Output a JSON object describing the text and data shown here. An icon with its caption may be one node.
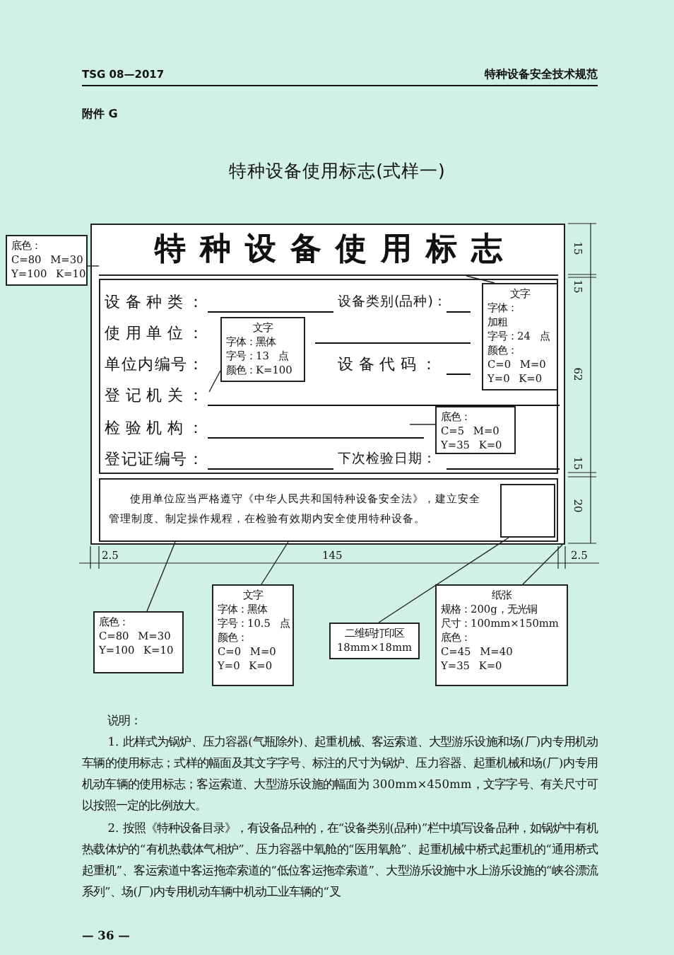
{
  "diagram": {
    "title": "特种设备使用标志(式样一)",
    "nodes": [
      {
        "text": [],
        "shape": "box"
      },
      {
        "text": [
          "特种设备使用标志"
        ],
        "in": 0
      },
      {
        "text": [],
        "shape": "box",
        "in": 0
      },
      {
        "text": [
          "使用单位应当严格遵守《中华人民共和国特种设备安全法》，建立安全管理制度、制定操作规程，在检验有效期内安全使用特种设备。"
        ],
        "in": 0
      },
      {
        "text": [],
        "shape": "box",
        "in": 3
      },
      {
        "text": [
          "底色：",
          "C=80 M=30",
          "Y=100 K=10"
        ]
      },
      {
        "text": [
          "文字",
          "字体：",
          "加粗",
          "字号：24 点",
          "颜色：",
          "C=0 M=0",
          "Y=0 K=0"
        ],
        "in": 2
      },
      {
        "text": [
          "文字",
          "字体：黑体",
          "字号：13 点",
          "颜色：K=100"
        ],
        "in": 2
      },
      {
        "text": [
          "底色：",
          "C=5 M=0",
          "Y=35 K=0"
        ],
        "in": 2
      },
      {
        "text": [
          "底色：",
          "C=80 M=30",
          "Y=100 K=10"
        ]
      },
      {
        "text": [
          "文字",
          "字体：黑体",
          "字号：10.5 点",
          "颜色：",
          "C=0 M=0",
          "Y=0 K=0"
        ]
      },
      {
        "text": [
          "二维码打印区",
          "18mm×18mm"
        ]
      },
      {
        "text": [
          "纸张",
          "规格：200g，无光铜",
          "尺寸：100mm×150mm",
          "底色：",
          "C=45 M=40",
          "Y=35 K=0"
        ]
      }
    ],
    "edges": [
      {
        "from": 5,
        "to": 1,
        "arrow": "none"
      },
      {
        "from": 6,
        "to": 1,
        "arrow": "none"
      },
      {
        "from": 7,
        "to": null,
        "arrow": "none"
      },
      {
        "from": 8,
        "to": null,
        "arrow": "none"
      },
      {
        "from": 9,
        "to": 3,
        "arrow": "none"
      },
      {
        "from": 10,
        "to": 3,
        "arrow": "none"
      },
      {
        "from": 11,
        "to": 4,
        "arrow": "none"
      },
      {
        "from": 12,
        "to": 0,
        "arrow": "none"
      }
    ],
    "labels": [
      "TSG 08—2017",
      "特种设备安全技术规范",
      "附件 G",
      "设备种类：",
      "设备类别(品种)：",
      "使用单位：",
      "单位内编号：",
      "设备代码：",
      "登记机关：",
      "检验机构：",
      "登记证编号：",
      "下次检验日期：",
      "15",
      "15",
      "62",
      "15",
      "20",
      "2.5",
      "145",
      "2.5",
      "说明：",
      "1. 此样式为锅炉、压力容器(气瓶除外)、起重机械、客运索道、大型游乐设施和场(厂)内专用机动车辆的使用标志；式样的幅面及其文字字号、标注的尺寸为锅炉、压力容器、起重机械和场(厂)内专用机动车辆的使用标志；客运索道、大型游乐设施的幅面为 300mm×450mm，文字字号、有关尺寸可以按照一定的比例放大。",
      "2. 按照《特种设备目录》，有设备品种的，在“设备类别(品种)”栏中填写设备品种，如锅炉中有机热载体炉的“有机热载体气相炉”、压力容器中氧舱的“医用氧舱”、起重机械中桥式起重机的“通用桥式起重机”、客运索道中客运拖牵索道的“低位客运拖牵索道”、大型游乐设施中水上游乐设施的“峡谷漂流系列”、场(厂)内专用机动车辆中机动工业车辆的“叉",
      "— 36 —"
    ]
  }
}
